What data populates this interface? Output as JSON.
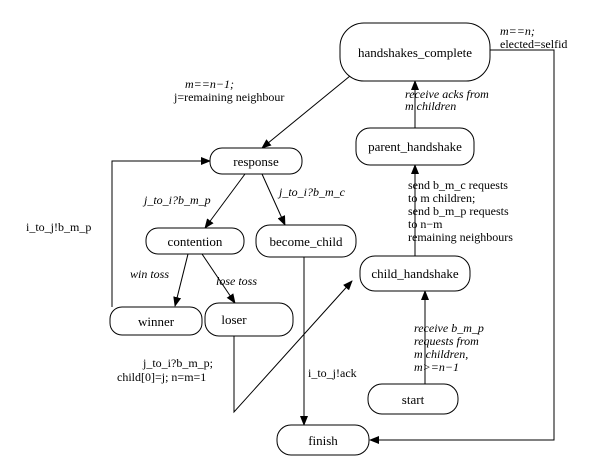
{
  "states": {
    "handshakes_complete": "handshakes_complete",
    "response": "response",
    "parent_handshake": "parent_handshake",
    "contention": "contention",
    "become_child": "become_child",
    "child_handshake": "child_handshake",
    "winner": "winner",
    "loser": "loser",
    "start": "start",
    "finish": "finish"
  },
  "labels": {
    "hc_elected_1": "m==n;",
    "hc_elected_2": "elected=selfid",
    "hc_response_1": "m==n−1;",
    "hc_response_2": "j=remaining neighbour",
    "acks_1": "receive acks from",
    "acks_2": "m children",
    "to_contention": "j_to_i?b_m_p",
    "to_become_child": "j_to_i?b_m_c",
    "winner_loop": "i_to_j!b_m_p",
    "send_1": "send b_m_c requests",
    "send_2": "to m children;",
    "send_3": "send b_m_p requests",
    "send_4": "to n−m",
    "send_5": "remaining neighbours",
    "win_toss": "win toss",
    "lose_toss": "lose toss",
    "loser_child_1": "j_to_i?b_m_p;",
    "loser_child_2": "child[0]=j; n=m=1",
    "ack": "i_to_j!ack",
    "start_1": "receive b_m_p",
    "start_2": "requests from",
    "start_3": "m children,",
    "start_4": "m>=n−1"
  }
}
